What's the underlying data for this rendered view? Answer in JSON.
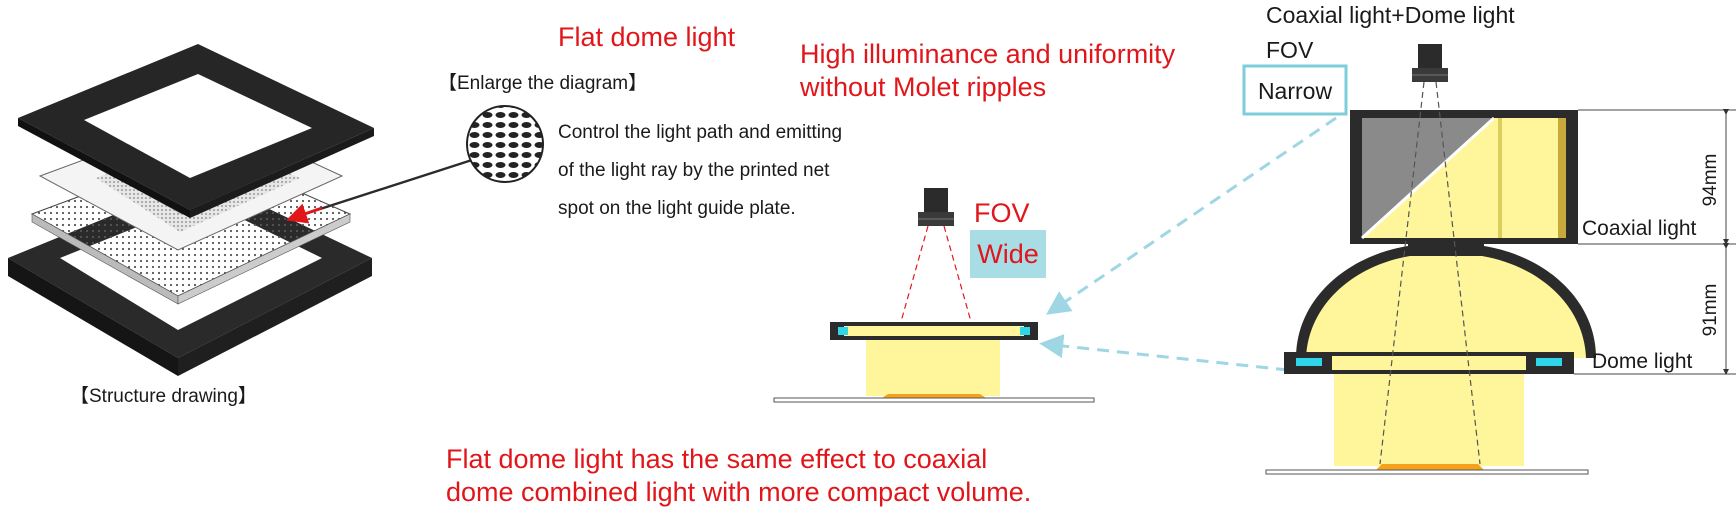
{
  "labels": {
    "structure_drawing": "【Structure drawing】",
    "enlarge_diagram": "【Enlarge the diagram】",
    "description": [
      "Control the light path and emitting",
      "of the light ray by the printed net",
      "spot on the light guide plate."
    ],
    "flat_dome_title": "Flat dome light",
    "headline": [
      "High illuminance and uniformity",
      "without Molet ripples"
    ],
    "fov": "FOV",
    "wide": "Wide",
    "narrow": "Narrow",
    "combo_title": "Coaxial light+Dome light",
    "coaxial_light": "Coaxial light",
    "dome_light": "Dome light",
    "dim_94": "94mm",
    "dim_91": "91mm",
    "conclusion": [
      "Flat dome light has the same effect to coaxial",
      "dome combined light with more compact volume."
    ]
  },
  "colors": {
    "red_text": "#e0161b",
    "black_text": "#1a1a1a",
    "light_yellow": "#fff59a",
    "frame_dark": "#2b2b2b",
    "cyan_arrow": "#9fd6e4",
    "wide_box": "#a9dde6",
    "narrow_border": "#7fcdd9",
    "accent_cyan": "#2fd5e8",
    "lens_orange": "#f5a21a"
  }
}
